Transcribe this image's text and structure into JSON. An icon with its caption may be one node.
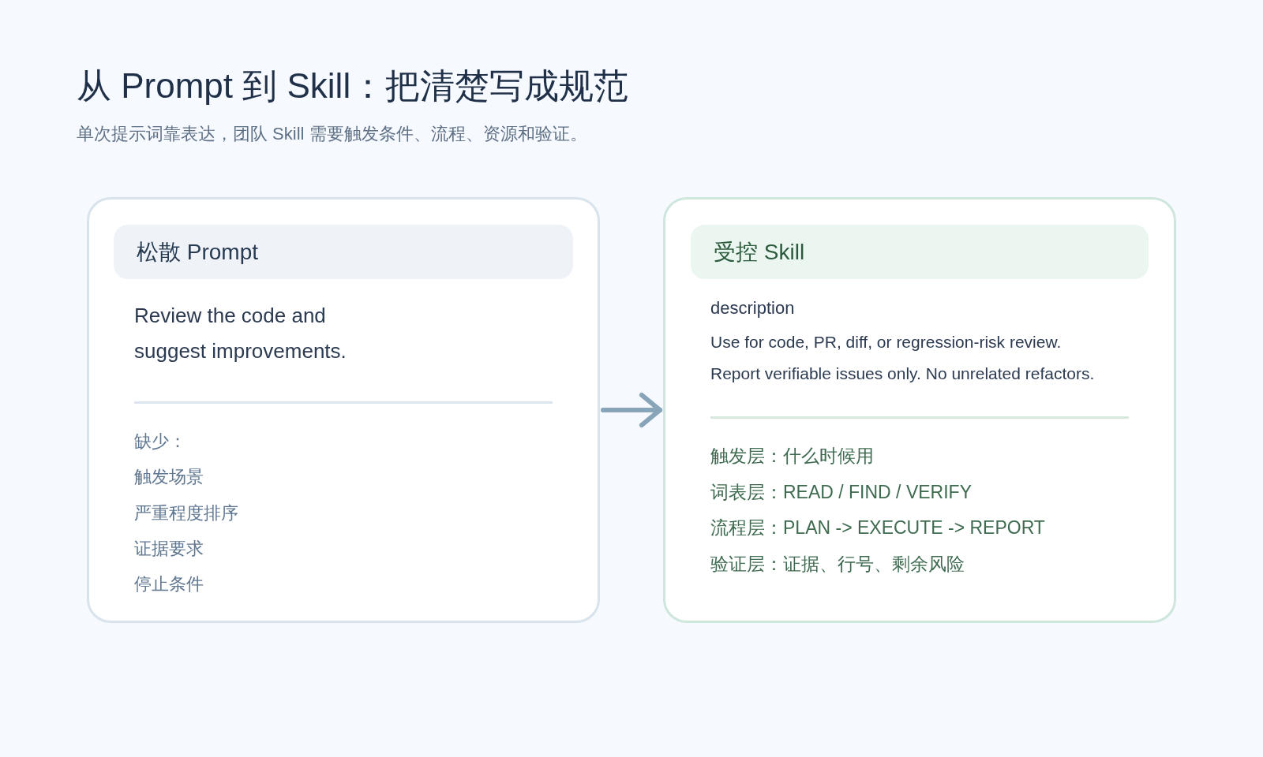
{
  "diagram": {
    "title": "从 Prompt 到 Skill：把清楚写成规范",
    "nodes": [
      {
        "text": [
          "Review the code and suggest improvements.",
          "缺少：",
          "触发场景",
          "严重程度排序",
          "证据要求",
          "停止条件"
        ]
      },
      {
        "text": [
          "松散 Prompt"
        ],
        "in": 0
      },
      {
        "text": [
          "description",
          "Use for code, PR, diff, or regression-risk review.",
          "Report verifiable issues only. No unrelated refactors.",
          "触发层：什么时候用",
          "词表层：READ / FIND / VERIFY",
          "流程层：PLAN -> EXECUTE -> REPORT",
          "验证层：证据、行号、剩余风险"
        ]
      },
      {
        "text": [
          "受控 Skill"
        ],
        "in": 2
      }
    ],
    "edges": [
      {
        "from": 0,
        "to": 2,
        "arrow": "to"
      }
    ],
    "labels": [
      "单次提示词靠表达，团队 Skill 需要触发条件、流程、资源和验证。"
    ]
  }
}
